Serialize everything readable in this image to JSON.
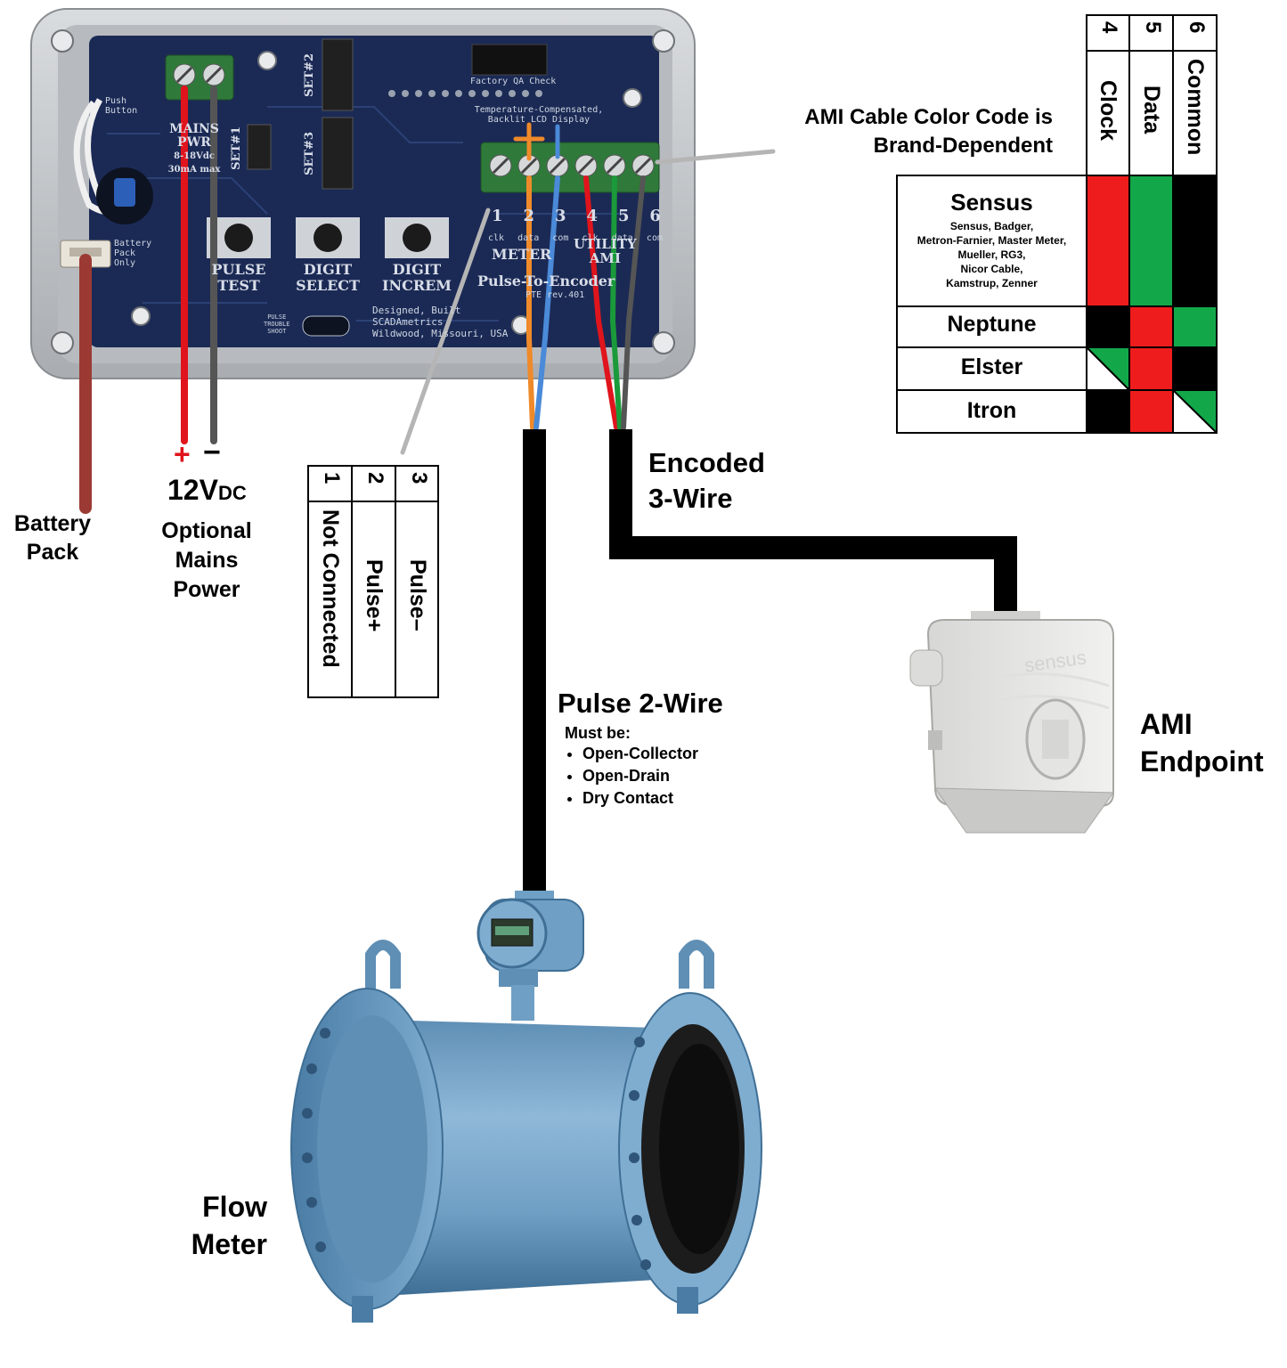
{
  "board": {
    "push_button": [
      "Push",
      "Button"
    ],
    "mains_pwr": [
      "MAINS",
      "PWR",
      "8-18Vdc",
      "30mA max"
    ],
    "set1": "SET#1",
    "set2": "SET#2",
    "set3": "SET#3",
    "factory_qa": "Factory QA Check",
    "temp_comp": [
      "Temperature-Compensated,",
      "Backlit LCD Display"
    ],
    "battery_pack_small": [
      "Battery",
      "Pack",
      "Only"
    ],
    "buttons": [
      {
        "id": "B1",
        "label": [
          "PULSE",
          "TEST"
        ]
      },
      {
        "id": "B2",
        "label": [
          "DIGIT",
          "SELECT"
        ]
      },
      {
        "id": "B3",
        "label": [
          "DIGIT",
          "INCREM"
        ]
      }
    ],
    "terminal_numbers": [
      "1",
      "2",
      "3",
      "4",
      "5",
      "6"
    ],
    "terminal_sublabels": [
      "clk",
      "data",
      "com",
      "clk",
      "data",
      "com"
    ],
    "meter_group": "METER",
    "utility_group": [
      "UTILITY",
      "AMI"
    ],
    "model": "Pulse-To-Encoder",
    "rev": "PTE rev.401",
    "pulse_trouble": [
      "PULSE",
      "TROUBLE",
      "SHOOT"
    ],
    "designed_by": [
      "Designed, Built",
      "SCADAmetrics",
      "Wildwood, Missouri, USA"
    ]
  },
  "labels": {
    "battery_pack": [
      "Battery",
      "Pack"
    ],
    "plus": "+",
    "minus": "−",
    "voltage_main": "12V",
    "voltage_sub": "DC",
    "optional_power": [
      "Optional",
      "Mains",
      "Power"
    ],
    "ami_color_note": [
      "AMI Cable Color Code is",
      "Brand-Dependent"
    ],
    "encoded": [
      "Encoded",
      "3-Wire"
    ],
    "pulse_title": "Pulse 2-Wire",
    "must_be": "Must be:",
    "requirements": [
      "Open-Collector",
      "Open-Drain",
      "Dry Contact"
    ],
    "ami_endpoint": [
      "AMI",
      "Endpoint"
    ],
    "flow_meter": [
      "Flow",
      "Meter"
    ],
    "endpoint_brand": "sensus"
  },
  "pulse_table": {
    "columns": [
      {
        "number": "1",
        "name": "Not Connected"
      },
      {
        "number": "2",
        "name": "Pulse+"
      },
      {
        "number": "3",
        "name": "Pulse–"
      }
    ]
  },
  "ami_table": {
    "columns": [
      {
        "number": "4",
        "name": "Clock"
      },
      {
        "number": "5",
        "name": "Data"
      },
      {
        "number": "6",
        "name": "Common"
      }
    ],
    "rows": [
      {
        "brand": "Sensus",
        "subtitle": [
          "Sensus, Badger,",
          "Metron-Farnier, Master Meter,",
          "Mueller, RG3,",
          "Nicor Cable,",
          "Kamstrup, Zenner"
        ],
        "colors": [
          "red",
          "green",
          "black"
        ]
      },
      {
        "brand": "Neptune",
        "colors": [
          "black",
          "red",
          "green"
        ]
      },
      {
        "brand": "Elster",
        "colors": [
          "white/green",
          "red",
          "black"
        ]
      },
      {
        "brand": "Itron",
        "colors": [
          "black",
          "red",
          "white/green"
        ]
      }
    ]
  },
  "colors": {
    "wire_red": "#e0141c",
    "wire_black": "#1a1a1a",
    "wire_orange": "#ef8a2a",
    "wire_blue": "#4a8ad8",
    "wire_green": "#1a9a3a",
    "wire_gray": "#555555",
    "battery_cable": "#9b3a33",
    "cable_black": "#000000",
    "pcb_blue": "#1b2a55",
    "enclosure_gray": "#c9cdd1",
    "terminal_green": "#2f7a3a",
    "meter_blue": "#6f9fc4",
    "cell_red": "#ee1c1c",
    "cell_green": "#12a84a",
    "cell_black": "#000000"
  }
}
